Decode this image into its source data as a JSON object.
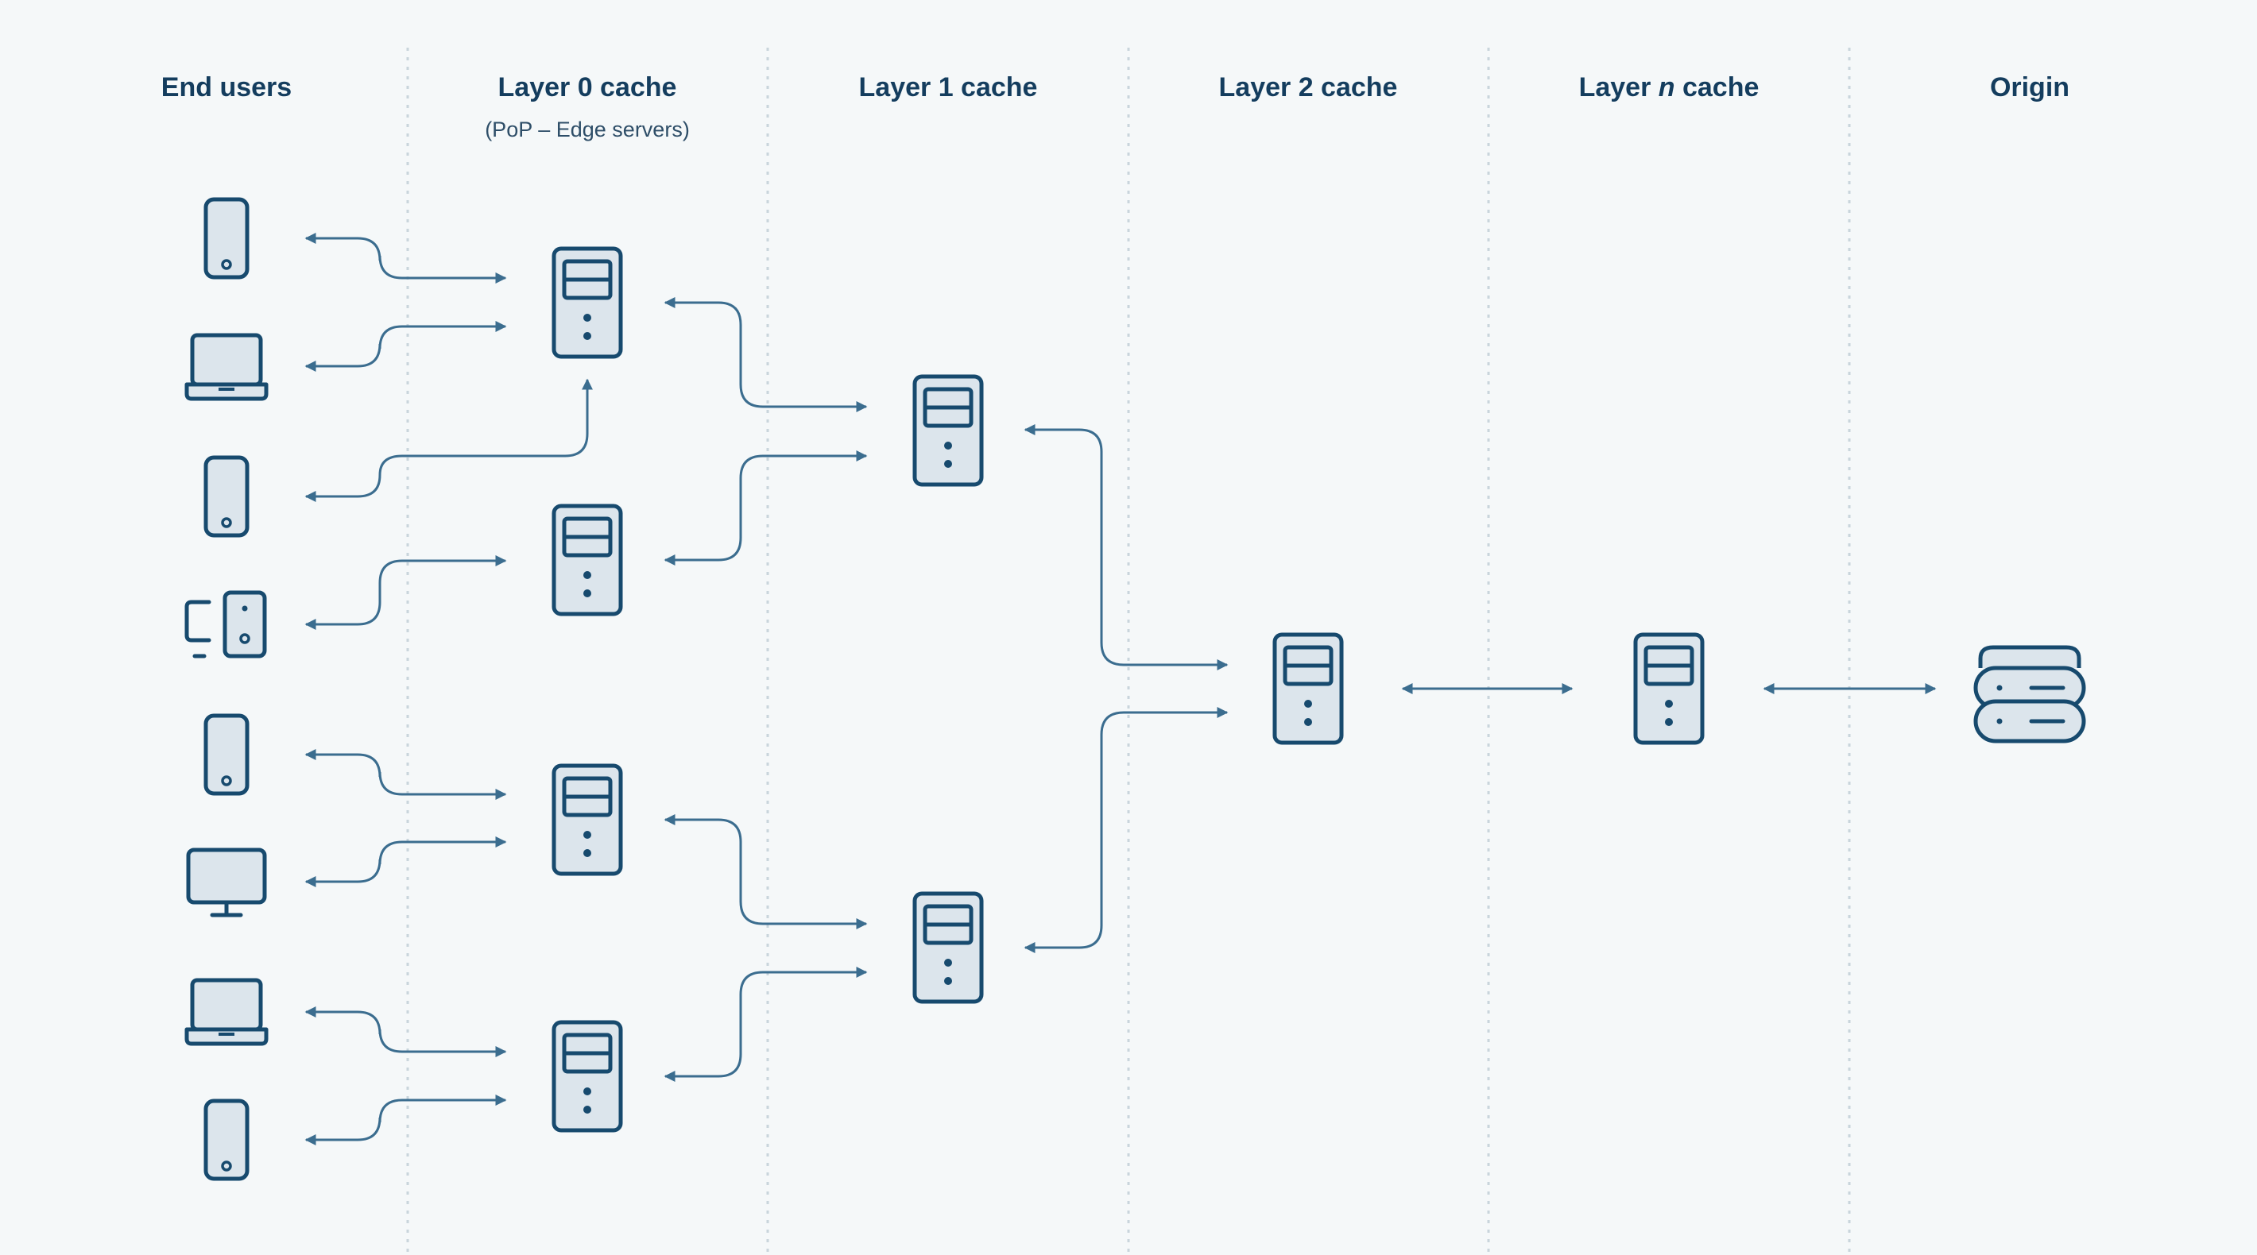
{
  "diagram": {
    "columns": [
      {
        "id": "end-users",
        "title": "End users",
        "title_parts": [
          "End users"
        ]
      },
      {
        "id": "layer-0",
        "title": "Layer 0 cache",
        "title_parts": [
          "Layer 0 cache"
        ],
        "subtitle": "(PoP – Edge servers)"
      },
      {
        "id": "layer-1",
        "title": "Layer 1 cache",
        "title_parts": [
          "Layer 1 cache"
        ]
      },
      {
        "id": "layer-2",
        "title": "Layer 2 cache",
        "title_parts": [
          "Layer 2 cache"
        ]
      },
      {
        "id": "layer-n",
        "title": "Layer n cache",
        "title_parts": [
          "Layer ",
          "n",
          " cache"
        ]
      },
      {
        "id": "origin",
        "title": "Origin",
        "title_parts": [
          "Origin"
        ]
      }
    ],
    "end_user_devices": [
      {
        "type": "phone",
        "icon": "phone-icon"
      },
      {
        "type": "laptop",
        "icon": "laptop-icon"
      },
      {
        "type": "phone",
        "icon": "phone-icon"
      },
      {
        "type": "desktop-tower",
        "icon": "desktop-tower-icon"
      },
      {
        "type": "phone",
        "icon": "phone-icon"
      },
      {
        "type": "monitor",
        "icon": "monitor-icon"
      },
      {
        "type": "laptop",
        "icon": "laptop-icon"
      },
      {
        "type": "phone",
        "icon": "phone-icon"
      }
    ],
    "cache_servers": {
      "layer-0": 4,
      "layer-1": 2,
      "layer-2": 1,
      "layer-n": 1
    },
    "origin_icon": "origin-storage-icon",
    "server_icon": "cache-server-icon",
    "colors": {
      "background": "#f5f8f9",
      "icon_stroke": "#174a6e",
      "icon_fill": "#dce5ec",
      "arrow": "#3b6d8f",
      "divider": "#c9d5dc",
      "title": "#143d5e"
    }
  }
}
